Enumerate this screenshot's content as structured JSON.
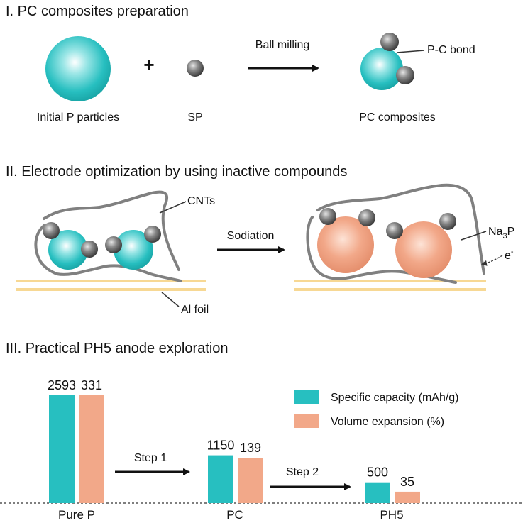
{
  "colors": {
    "cyan": "#27BFC0",
    "salmon": "#F2A889",
    "gray": "#7a7a7a",
    "foil": "#F7D894"
  },
  "section1": {
    "heading": "I. PC composites preparation",
    "initial_label": "Initial P particles",
    "plus": "+",
    "sp_label": "SP",
    "arrow_label": "Ball milling",
    "bond_label": "P-C bond",
    "result_label": "PC composites"
  },
  "section2": {
    "heading": "II. Electrode optimization by using inactive compounds",
    "cnts_label": "CNTs",
    "arrow_label": "Sodiation",
    "foil_label": "Al foil",
    "na3p_label": "Na",
    "na3p_sub": "3",
    "na3p_tail": "P",
    "electron_label": "e",
    "electron_sup": "-"
  },
  "section3": {
    "heading": "III. Practical PH5 anode exploration",
    "legend": [
      {
        "name": "Specific capacity (mAh/g)",
        "color": "#27BFC0"
      },
      {
        "name": "Volume expansion (%)",
        "color": "#F2A889"
      }
    ],
    "step1_label": "Step 1",
    "step2_label": "Step 2"
  },
  "chart_data": {
    "type": "bar",
    "categories": [
      "Pure P",
      "PC",
      "PH5"
    ],
    "series": [
      {
        "name": "Specific capacity (mAh/g)",
        "values": [
          2593,
          1150,
          500
        ]
      },
      {
        "name": "Volume expansion (%)",
        "values": [
          331,
          139,
          35
        ]
      }
    ],
    "data_labels": [
      [
        "2593",
        "1150",
        "500"
      ],
      [
        "331",
        "139",
        "35"
      ]
    ],
    "legend_position": "top-right",
    "grid": false
  }
}
